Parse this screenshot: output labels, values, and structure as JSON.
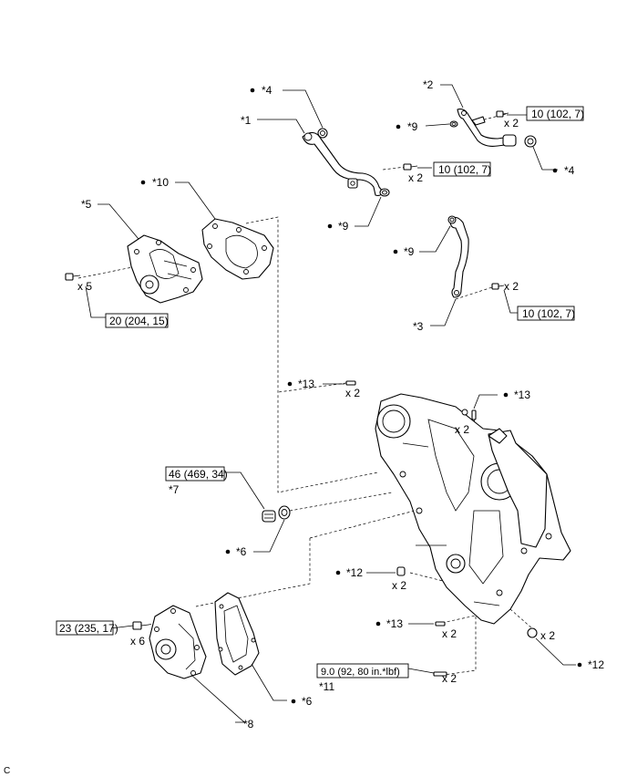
{
  "labels": {
    "p1": "*1",
    "p2": "*2",
    "p3": "*3",
    "p4a": "*4",
    "p4b": "*4",
    "p5": "*5",
    "p6a": "*6",
    "p6b": "*6",
    "p7": "*7",
    "p8": "*8",
    "p9a": "*9",
    "p9b": "*9",
    "p9c": "*9",
    "p10": "*10",
    "p11": "*11",
    "p12a": "*12",
    "p12b": "*12",
    "p13a": "*13",
    "p13b": "*13",
    "p13c": "*13"
  },
  "quantities": {
    "q_pump_bolts": "x 5",
    "q_bypass_bolts": "x 2",
    "q_pipe2_bolts": "x 2",
    "q_pipe3_bolts": "x 2",
    "q_pins_top_left": "x 2",
    "q_pins_top_right": "x 2",
    "q_plugs_12": "x 2",
    "q_pins_lower": "x 2",
    "q_studs": "x 2",
    "q_plugs_12_right": "x 2",
    "q_pump_lower_bolts": "x 6"
  },
  "torques": {
    "t_pipe2": "10 (102, 7)",
    "t_pipe1": "10 (102, 7)",
    "t_pipe3": "10 (102, 7)",
    "t_pump_top": "20 (204, 15)",
    "t_plug": "46 (469, 34)",
    "t_pump_lower": "23 (235, 17)",
    "t_stud": "9.0 (92, 80 in.*lbf)"
  },
  "corner_code": "C"
}
